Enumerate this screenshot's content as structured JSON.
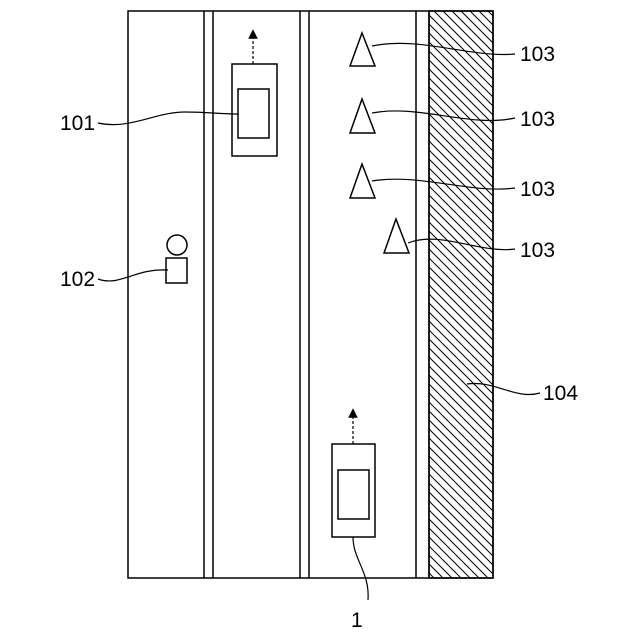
{
  "colors": {
    "line": "#000000",
    "background": "#ffffff"
  },
  "references": {
    "vehicle_other": "101",
    "pedestrian": "102",
    "cones": [
      "103",
      "103",
      "103",
      "103"
    ],
    "roadside_area": "104",
    "own_vehicle": "1"
  },
  "icons": {
    "travel_direction": "dashed-arrow-up-icon",
    "cone": "triangle-icon",
    "pedestrian": "person-icon",
    "vehicle": "car-icon"
  }
}
